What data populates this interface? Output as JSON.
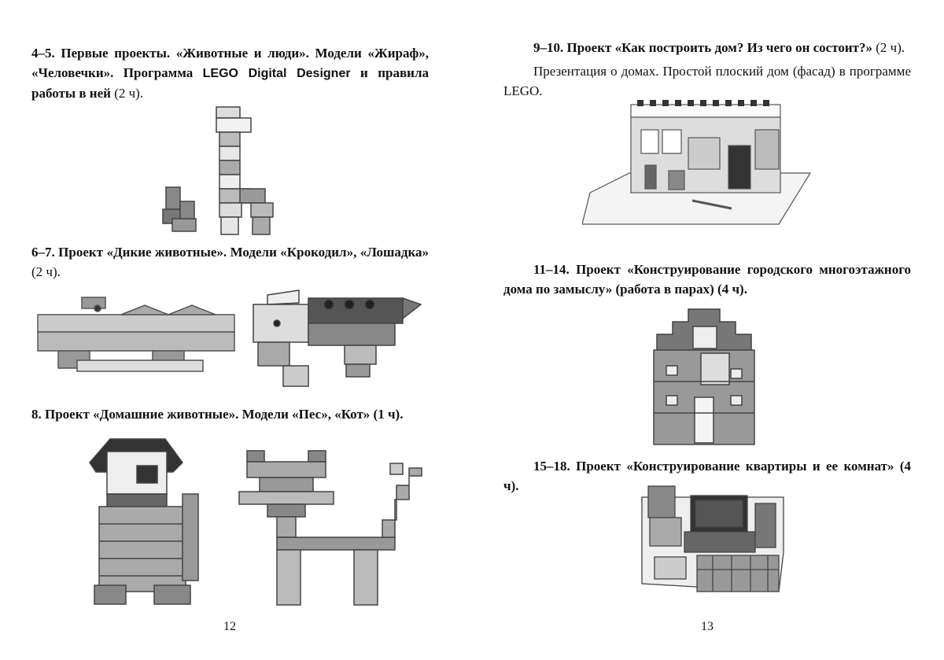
{
  "left_page": {
    "page_number": "12",
    "sections": [
      {
        "id": "s45",
        "parts": [
          {
            "t": "4–5. Первые проекты. «Животные и люди». Модели «Жираф», «Человечки». Программа ",
            "b": true
          },
          {
            "t": "LEGO Digital Designer",
            "b": true
          },
          {
            "t": " и правила работы в ней",
            "b": true
          },
          {
            "t": " (2 ч).",
            "b": false
          }
        ]
      },
      {
        "id": "s67",
        "parts": [
          {
            "t": "6–7. Проект «Дикие животные». Модели «Крокодил», «Лошадка»",
            "b": true
          },
          {
            "t": " (2 ч).",
            "b": false
          }
        ]
      },
      {
        "id": "s8",
        "parts": [
          {
            "t": "8. Проект «Домашние животные». Модели «Пес», «Кот» (1 ч).",
            "b": true
          }
        ]
      }
    ]
  },
  "right_page": {
    "page_number": "13",
    "sections": [
      {
        "id": "s910",
        "parts": [
          {
            "t": "9–10. Проект «Как построить дом? Из чего он состоит?»",
            "b": true
          },
          {
            "t": " (2 ч).",
            "b": false
          }
        ]
      },
      {
        "id": "s910b",
        "parts": [
          {
            "t": "Презентация о домах. Простой плоский дом (фасад) в программе LEGO.",
            "b": false
          }
        ]
      },
      {
        "id": "s1114",
        "parts": [
          {
            "t": "11–14. Проект «Конструирование городского многоэтажного дома по замыслу» (работа в парах) (4 ч).",
            "b": true
          }
        ]
      },
      {
        "id": "s1518",
        "parts": [
          {
            "t": "15–18. Проект «Конструирование квартиры и ее комнат» (4 ч).",
            "b": true
          }
        ]
      }
    ]
  }
}
